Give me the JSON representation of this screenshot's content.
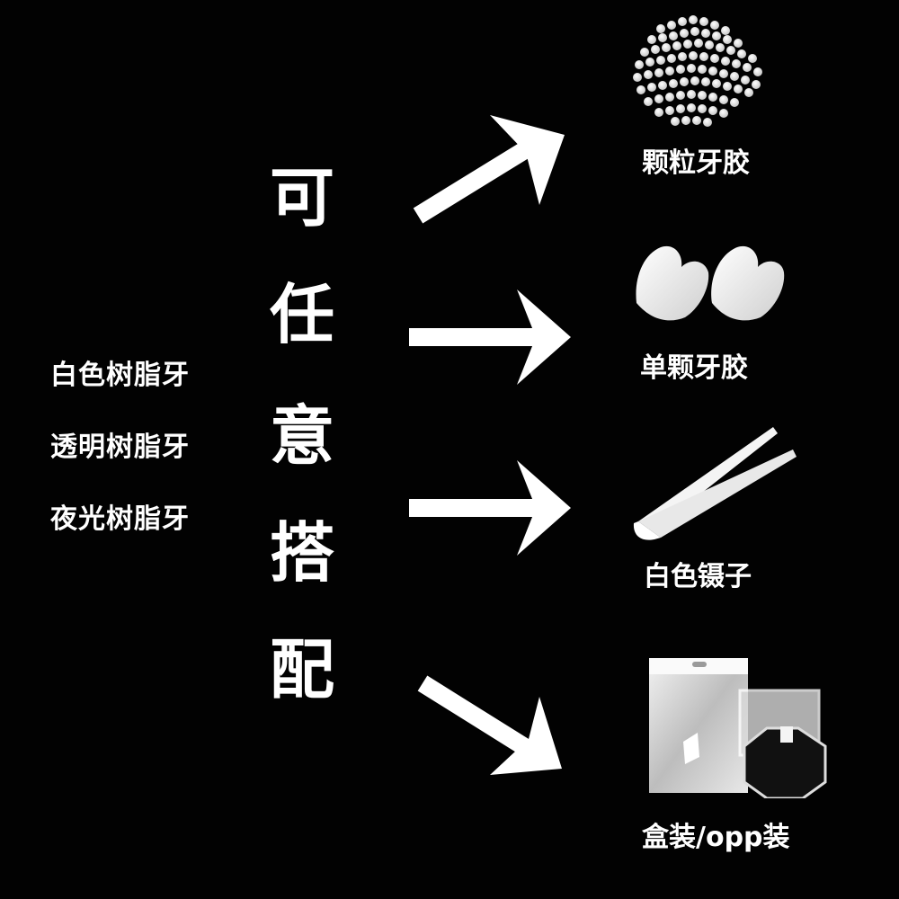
{
  "left_options": [
    {
      "label": "白色树脂牙"
    },
    {
      "label": "透明树脂牙"
    },
    {
      "label": "夜光树脂牙"
    }
  ],
  "center_text": [
    "可",
    "任",
    "意",
    "搭",
    "配"
  ],
  "products": [
    {
      "label": "颗粒牙胶",
      "icon": "pellet-beads-icon"
    },
    {
      "label": "单颗牙胶",
      "icon": "single-tooth-mold-icon"
    },
    {
      "label": "白色镊子",
      "icon": "white-tweezers-icon"
    },
    {
      "label": "盒装/opp装",
      "icon": "box-and-opp-bag-icon"
    }
  ],
  "colors": {
    "background": "#020202",
    "text": "#ffffff",
    "arrow": "#ffffff"
  }
}
